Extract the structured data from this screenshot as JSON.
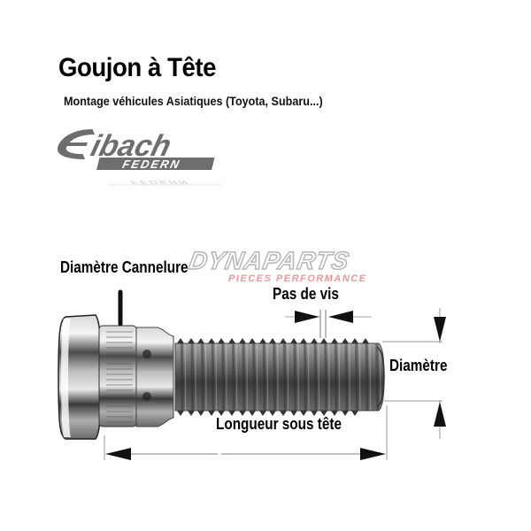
{
  "header": {
    "title": "Goujon à Tête",
    "subtitle": "Montage véhicules Asiatiques (Toyota,  Subaru...)"
  },
  "logos": {
    "brand": {
      "main": "Eibach",
      "sub": "FEDERN",
      "color": "#6e6e6e"
    },
    "watermark": {
      "main": "DYNAPARTS",
      "sub": "PIECES PERFORMANCE",
      "main_color": "#b8b8b8",
      "sub_color": "#e07070"
    }
  },
  "diagram": {
    "subject": "wheel stud",
    "labels": {
      "spline_diameter": "Diamètre Cannelure",
      "thread_pitch": "Pas de vis",
      "diameter": "Diamètre",
      "length_under_head": "Longueur sous tête"
    }
  }
}
